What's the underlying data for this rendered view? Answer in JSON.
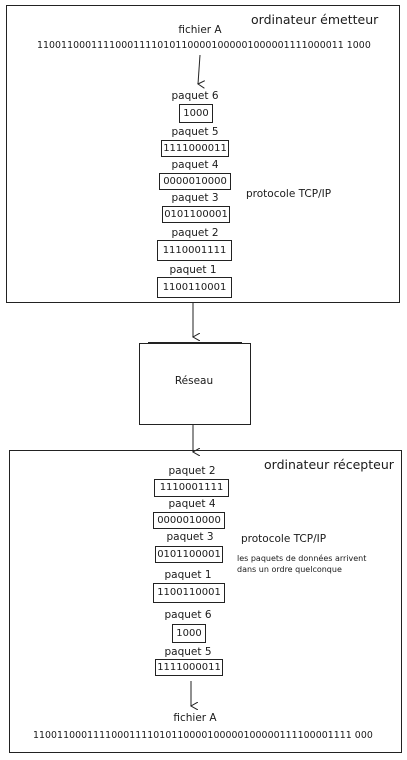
{
  "sender": {
    "title": "ordinateur émetteur",
    "file_label": "fichier A",
    "file_bits": "110011000111100011110101100001000001000001111000011 1000",
    "protocol": "protocole TCP/IP",
    "packets": [
      {
        "label": "paquet 6",
        "bits": "1000"
      },
      {
        "label": "paquet 5",
        "bits": "1111000011"
      },
      {
        "label": "paquet 4",
        "bits": "0000010000"
      },
      {
        "label": "paquet 3",
        "bits": "0101100001"
      },
      {
        "label": "paquet 2",
        "bits": "1110001111"
      },
      {
        "label": "paquet 1",
        "bits": "1100110001"
      }
    ]
  },
  "network": {
    "label": "Réseau"
  },
  "receiver": {
    "title": "ordinateur récepteur",
    "file_label": "fichier A",
    "file_bits": "11001100011110001111010110000100000100000111100001111 000",
    "protocol": "protocole TCP/IP",
    "note_line1": "les paquets de données arrivent",
    "note_line2": "dans un ordre quelconque",
    "packets": [
      {
        "label": "paquet 2",
        "bits": "1110001111"
      },
      {
        "label": "paquet 4",
        "bits": "0000010000"
      },
      {
        "label": "paquet 3",
        "bits": "0101100001"
      },
      {
        "label": "paquet 1",
        "bits": "1100110001"
      },
      {
        "label": "paquet 6",
        "bits": "1000"
      },
      {
        "label": "paquet 5",
        "bits": "1111000011"
      }
    ]
  }
}
